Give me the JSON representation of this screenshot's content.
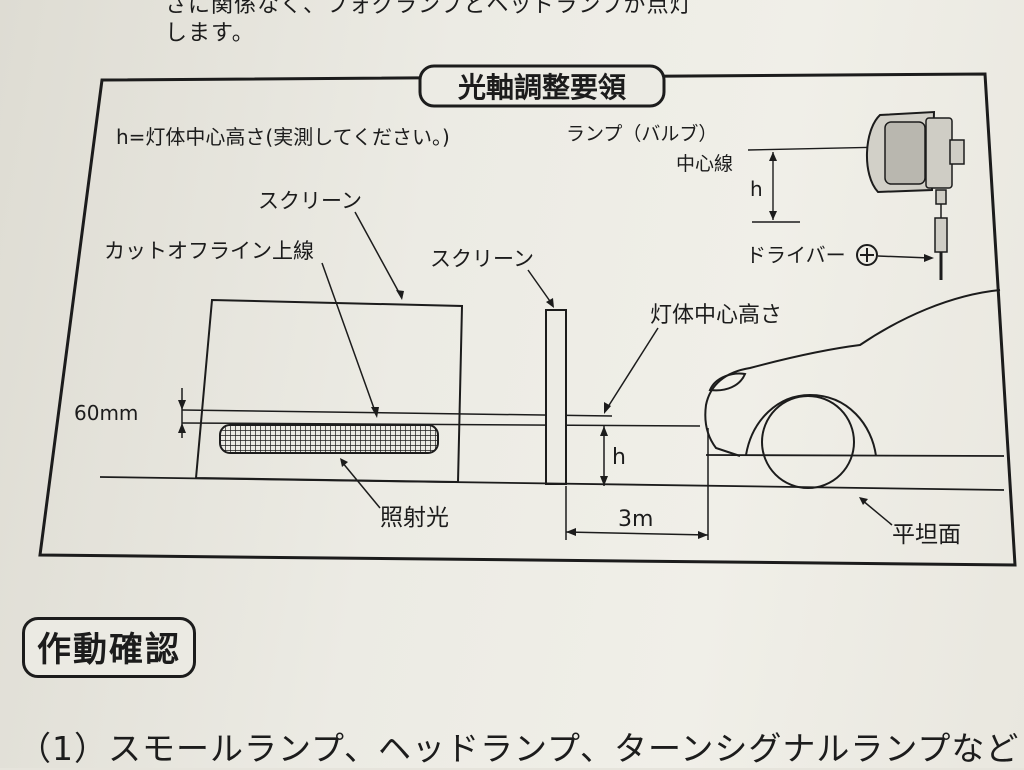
{
  "intro": {
    "line1": "さに関係なく、フォグランプとヘッドランプが点灯",
    "line2": "します。"
  },
  "diagram": {
    "title": "光軸調整要領",
    "note": "h=灯体中心高さ(実測してください。)",
    "screen_label_1": "スクリーン",
    "screen_label_2": "スクリーン",
    "cutoff_label": "カットオフライン上線",
    "offset_label": "60mm",
    "beam_label": "照射光",
    "lamp_height_label": "灯体中心高さ",
    "h_label": "h",
    "distance_label": "3m",
    "ground_label": "平坦面",
    "lamp_label": "ランプ（バルブ）",
    "center_line_label": "中心線",
    "inset_h_label": "h",
    "driver_label": "ドライバー",
    "driver_symbol": "⊕"
  },
  "section": {
    "title": "作動確認"
  },
  "steps": [
    "（1）スモールランプ、ヘッドランプ、ターンシグナルランプなど"
  ]
}
